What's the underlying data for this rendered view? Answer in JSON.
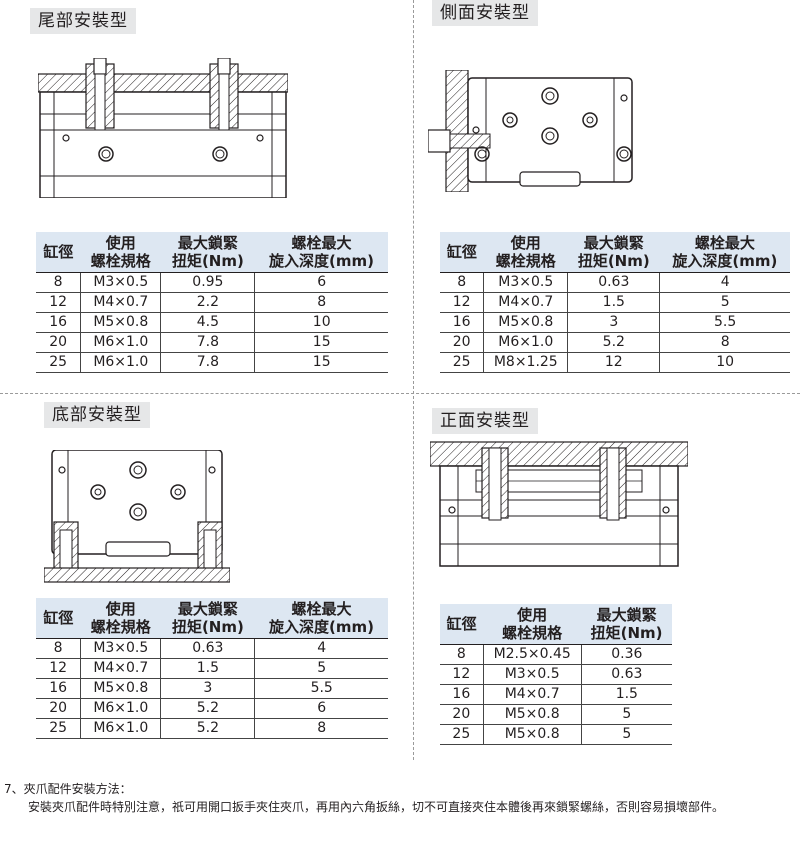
{
  "sections": [
    {
      "title": "尾部安裝型",
      "headers": [
        "缸徑",
        "使用\n螺栓規格",
        "最大鎖緊\n扭矩(Nm)",
        "螺栓最大\n旋入深度(mm)"
      ],
      "rows": [
        [
          "8",
          "M3×0.5",
          "0.95",
          "6"
        ],
        [
          "12",
          "M4×0.7",
          "2.2",
          "8"
        ],
        [
          "16",
          "M5×0.8",
          "4.5",
          "10"
        ],
        [
          "20",
          "M6×1.0",
          "7.8",
          "15"
        ],
        [
          "25",
          "M6×1.0",
          "7.8",
          "15"
        ]
      ]
    },
    {
      "title": "側面安裝型",
      "headers": [
        "缸徑",
        "使用\n螺栓規格",
        "最大鎖緊\n扭矩(Nm)",
        "螺栓最大\n旋入深度(mm)"
      ],
      "rows": [
        [
          "8",
          "M3×0.5",
          "0.63",
          "4"
        ],
        [
          "12",
          "M4×0.7",
          "1.5",
          "5"
        ],
        [
          "16",
          "M5×0.8",
          "3",
          "5.5"
        ],
        [
          "20",
          "M6×1.0",
          "5.2",
          "8"
        ],
        [
          "25",
          "M8×1.25",
          "12",
          "10"
        ]
      ]
    },
    {
      "title": "底部安裝型",
      "headers": [
        "缸徑",
        "使用\n螺栓規格",
        "最大鎖緊\n扭矩(Nm)",
        "螺栓最大\n旋入深度(mm)"
      ],
      "rows": [
        [
          "8",
          "M3×0.5",
          "0.63",
          "4"
        ],
        [
          "12",
          "M4×0.7",
          "1.5",
          "5"
        ],
        [
          "16",
          "M5×0.8",
          "3",
          "5.5"
        ],
        [
          "20",
          "M6×1.0",
          "5.2",
          "6"
        ],
        [
          "25",
          "M6×1.0",
          "5.2",
          "8"
        ]
      ]
    },
    {
      "title": "正面安裝型",
      "headers": [
        "缸徑",
        "使用\n螺栓規格",
        "最大鎖緊\n扭矩(Nm)"
      ],
      "rows": [
        [
          "8",
          "M2.5×0.45",
          "0.36"
        ],
        [
          "12",
          "M3×0.5",
          "0.63"
        ],
        [
          "16",
          "M4×0.7",
          "1.5"
        ],
        [
          "20",
          "M5×0.8",
          "5"
        ],
        [
          "25",
          "M5×0.8",
          "5"
        ]
      ]
    }
  ],
  "note": {
    "heading": "7、夾爪配件安裝方法：",
    "body": "安裝夾爪配件時特別注意，祇可用開口扳手夾住夾爪，再用內六角扳絲，切不可直接夾住本體後再來鎖緊螺絲，否則容易損壞部件。"
  }
}
